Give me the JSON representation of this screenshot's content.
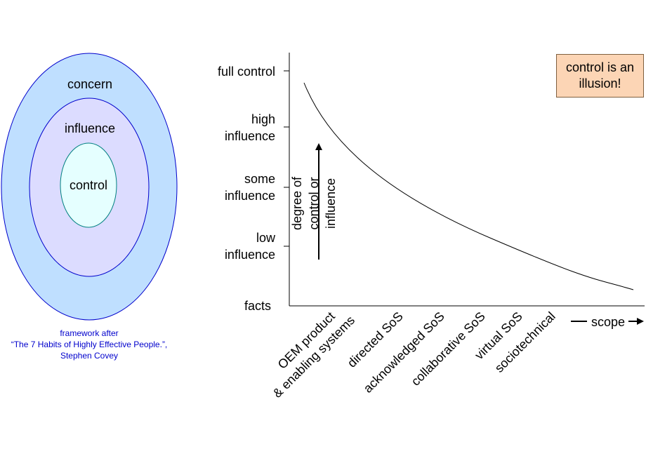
{
  "circles": {
    "outer": {
      "label": "concern",
      "fill": "#bfdfff",
      "stroke": "#0000cc"
    },
    "middle": {
      "label": "influence",
      "fill": "#dcdcff",
      "stroke": "#0000cc"
    },
    "inner": {
      "label": "control",
      "fill": "#e5ffff",
      "stroke": "#008080"
    }
  },
  "caption": {
    "line1": "framework after",
    "line2": "“The 7 Habits of Highly Effective People.”,",
    "line3": "Stephen Covey"
  },
  "axis": {
    "y_levels": [
      {
        "line1": "full control"
      },
      {
        "line1": "high",
        "line2": "influence"
      },
      {
        "line1": "some",
        "line2": "influence"
      },
      {
        "line1": "low",
        "line2": "influence"
      },
      {
        "line1": "facts"
      }
    ],
    "y_axis_title": {
      "line1": "degree of",
      "line2": "control or",
      "line3": "influence"
    },
    "x_categories": [
      {
        "line1": "OEM product",
        "line2": "& enabling systems"
      },
      {
        "line1": "directed SoS"
      },
      {
        "line1": "acknowledged SoS"
      },
      {
        "line1": "collaborative SoS"
      },
      {
        "line1": "virtual SoS"
      },
      {
        "line1": "sociotechnical"
      }
    ],
    "x_axis_title": "scope"
  },
  "callout": {
    "line1": "control is an",
    "line2": "illusion!",
    "fill": "#fcd5b5"
  }
}
